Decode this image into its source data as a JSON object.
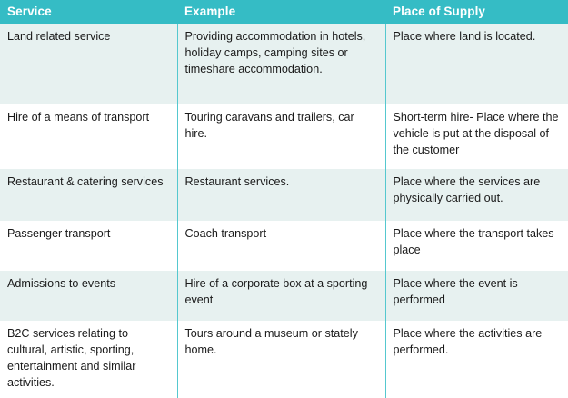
{
  "table": {
    "columns": [
      {
        "key": "service",
        "label": "Service"
      },
      {
        "key": "example",
        "label": "Example"
      },
      {
        "key": "place",
        "label": "Place of Supply"
      }
    ],
    "colors": {
      "header_background": "#35BCC5",
      "header_text": "#FFFFFF",
      "row_shaded_background": "#E7F1F0",
      "row_plain_background": "#FFFFFF",
      "divider": "#55C8CF",
      "body_text": "#1A1A1A"
    },
    "rows": [
      {
        "service": "Land related service",
        "example": "Providing accommodation in hotels, holiday camps, camping sites or timeshare accommodation.",
        "place": "Place where land is located."
      },
      {
        "service": "Hire of a means of transport",
        "example": "Touring caravans and trailers, car hire.",
        "place": "Short-term hire- Place where the vehicle is put at the disposal of the customer"
      },
      {
        "service": "Restaurant & catering services",
        "example": "Restaurant services.",
        "place": "Place where the services are physically carried out."
      },
      {
        "service": "Passenger transport",
        "example": "Coach transport",
        "place": "Place where the transport takes place"
      },
      {
        "service": "Admissions to events",
        "example": "Hire of a corporate box at a sporting event",
        "place": "Place where the event is performed"
      },
      {
        "service": "B2C services relating to cultural, artistic, sporting, entertainment and similar activities.",
        "example": "Tours around a museum or stately home.",
        "place": "Place where the activities are performed."
      }
    ]
  }
}
